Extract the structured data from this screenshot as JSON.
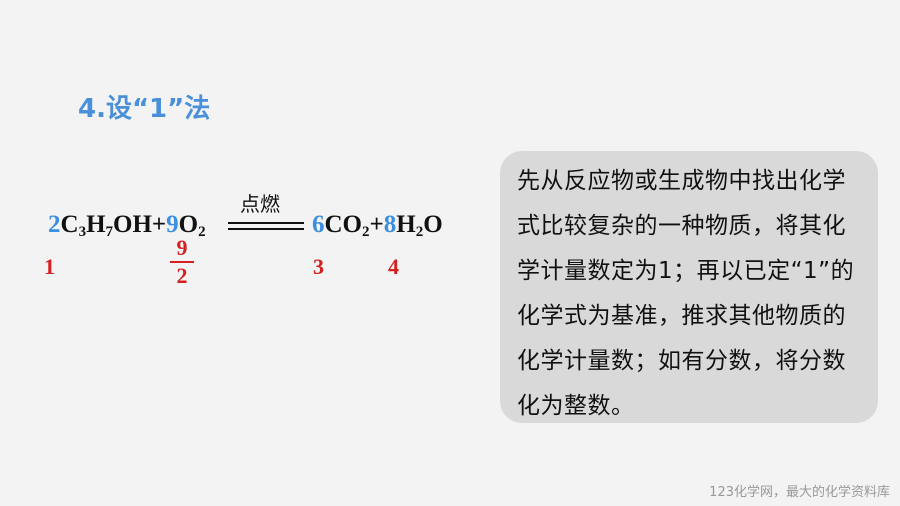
{
  "title": "4.设“1”法",
  "equation": {
    "c1": "2",
    "reactant1_C": "C",
    "reactant1_sub3": "3",
    "reactant1_H": "H",
    "reactant1_sub7": "7",
    "reactant1_OH": "OH",
    "plus1": "+",
    "c2": "9",
    "reactant2": "O",
    "reactant2_sub": "2",
    "condition": "点燃",
    "c3": "6",
    "product1": "CO",
    "product1_sub": "2",
    "plus2": "+",
    "c4": "8",
    "product2_H": "H",
    "product2_sub": "2",
    "product2_O": "O"
  },
  "derived_coefficients": {
    "first": "1",
    "frac_num": "9",
    "frac_den": "2",
    "third": "3",
    "fourth": "4"
  },
  "explanation": "先从反应物或生成物中找出化学式比较复杂的一种物质，将其化学计量数定为1；再以已定“1”的化学式为基准，推求其他物质的化学计量数；如有分数，将分数化为整数。",
  "footer": "123化学网，最大的化学资料库",
  "colors": {
    "title": "#4a90d9",
    "coefficient_blue": "#3b8fe0",
    "coefficient_red": "#d42020",
    "box_bg": "#d9d9d9"
  }
}
